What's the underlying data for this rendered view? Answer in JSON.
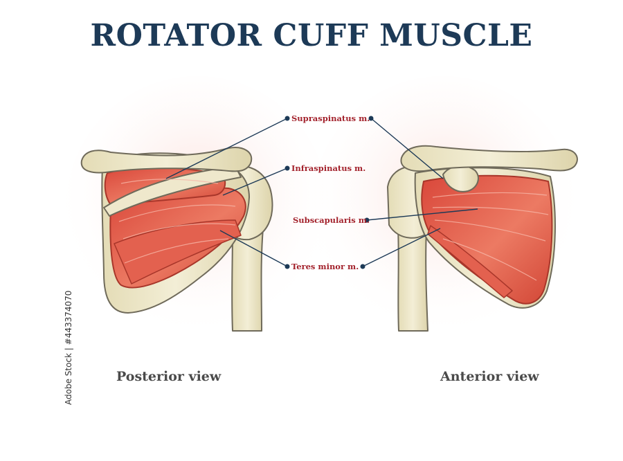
{
  "title": "ROTATOR CUFF MUSCLE",
  "labels": {
    "supraspinatus": "Supraspinatus m.",
    "infraspinatus": "Infraspinatus m.",
    "subscapularis": "Subscapularis m.",
    "teres_minor": "Teres minor m."
  },
  "views": {
    "posterior": "Posterior view",
    "anterior": "Anterior view"
  },
  "credit": "Adobe Stock | #443374070",
  "colors": {
    "title": "#1d3a57",
    "label": "#a3222c",
    "muscle": "#e2604f",
    "bone": "#ebe4c4",
    "leader": "#1d3a57"
  }
}
